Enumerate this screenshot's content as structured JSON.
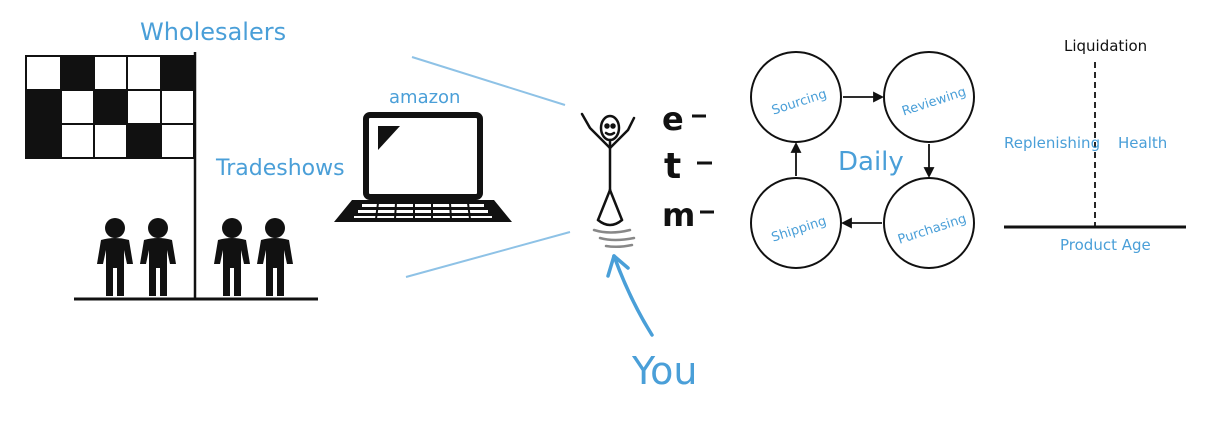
{
  "colors": {
    "accent": "#4a9fd8",
    "ink": "#111111"
  },
  "left": {
    "wholesalers": "Wholesalers",
    "tradeshows": "Tradeshows"
  },
  "center": {
    "amazon": "amazon",
    "you": "You",
    "letters": [
      "e",
      "t",
      "m"
    ]
  },
  "cycle": {
    "center_label": "Daily",
    "steps": [
      "Sourcing",
      "Reviewing",
      "Purchasing",
      "Shipping"
    ]
  },
  "lifecycle": {
    "top_label": "Liquidation",
    "left_label": "Replenishing",
    "right_label": "Health",
    "bottom_label": "Product Age"
  }
}
